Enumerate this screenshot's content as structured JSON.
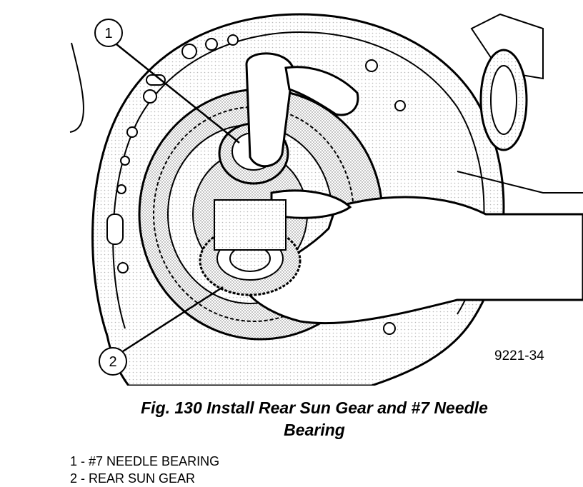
{
  "callouts": [
    {
      "number": "1"
    },
    {
      "number": "2"
    }
  ],
  "figure_id": "9221-34",
  "caption": {
    "line1": "Fig. 130 Install Rear Sun Gear and #7 Needle",
    "line2": "Bearing"
  },
  "legend": [
    {
      "text": "1 - #7 NEEDLE BEARING"
    },
    {
      "text": "2 - REAR SUN GEAR"
    }
  ]
}
